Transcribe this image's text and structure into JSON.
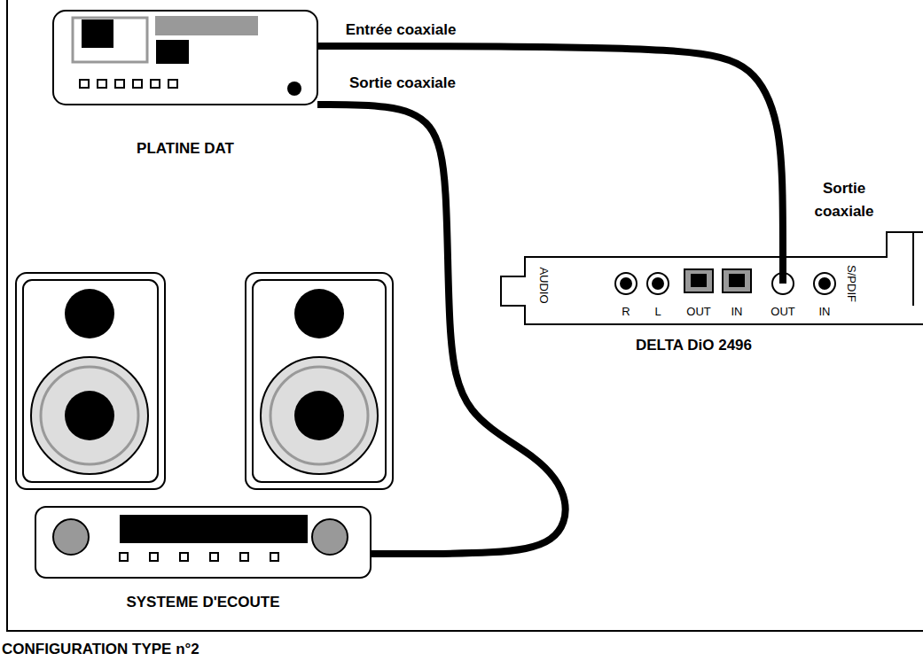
{
  "diagram": {
    "caption": "CONFIGURATION TYPE n°2",
    "nodes": [
      {
        "text": [
          "PLATINE DAT"
        ]
      },
      {
        "text": [
          "DELTA DiO 2496"
        ]
      },
      {
        "text": [
          "SYSTEME D'ECOUTE"
        ]
      }
    ],
    "edges": [
      {
        "from": 0,
        "to": 1,
        "arrow": "none"
      },
      {
        "from": 0,
        "to": 2,
        "arrow": "none"
      }
    ],
    "labels": [
      "Entrée coaxiale",
      "Sortie coaxiale",
      "Sortie coaxiale",
      "AUDIO",
      "R",
      "L",
      "OUT",
      "IN",
      "OUT",
      "IN",
      "S/PDIF"
    ]
  }
}
